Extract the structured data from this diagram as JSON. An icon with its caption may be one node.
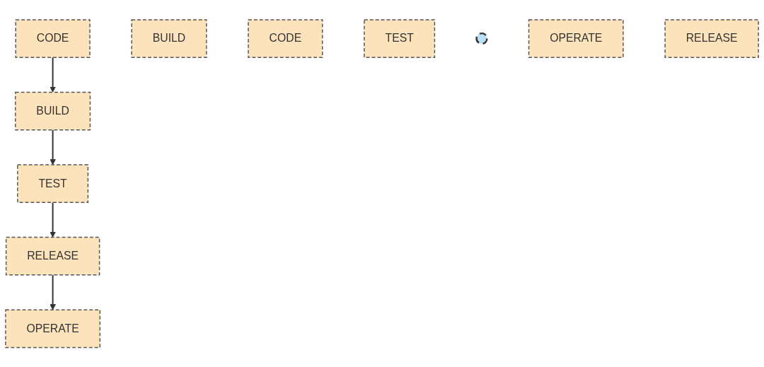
{
  "diagram": {
    "nodes": [
      {
        "text": [
          "CODE"
        ]
      },
      {
        "text": [
          "BUILD"
        ]
      },
      {
        "text": [
          "TEST"
        ]
      },
      {
        "text": [
          "RELEASE"
        ]
      },
      {
        "text": [
          "OPERATE"
        ]
      },
      {
        "text": [
          "BUILD"
        ]
      },
      {
        "text": [
          "CODE"
        ]
      },
      {
        "text": [
          "TEST"
        ]
      },
      {
        "text": [],
        "shape": "circle"
      },
      {
        "text": [
          "OPERATE"
        ]
      },
      {
        "text": [
          "RELEASE"
        ]
      }
    ],
    "edges": [
      {
        "from": 0,
        "to": 1,
        "arrow": "to"
      },
      {
        "from": 1,
        "to": 2,
        "arrow": "to"
      },
      {
        "from": 2,
        "to": 3,
        "arrow": "to"
      },
      {
        "from": 3,
        "to": 4,
        "arrow": "to"
      }
    ]
  }
}
